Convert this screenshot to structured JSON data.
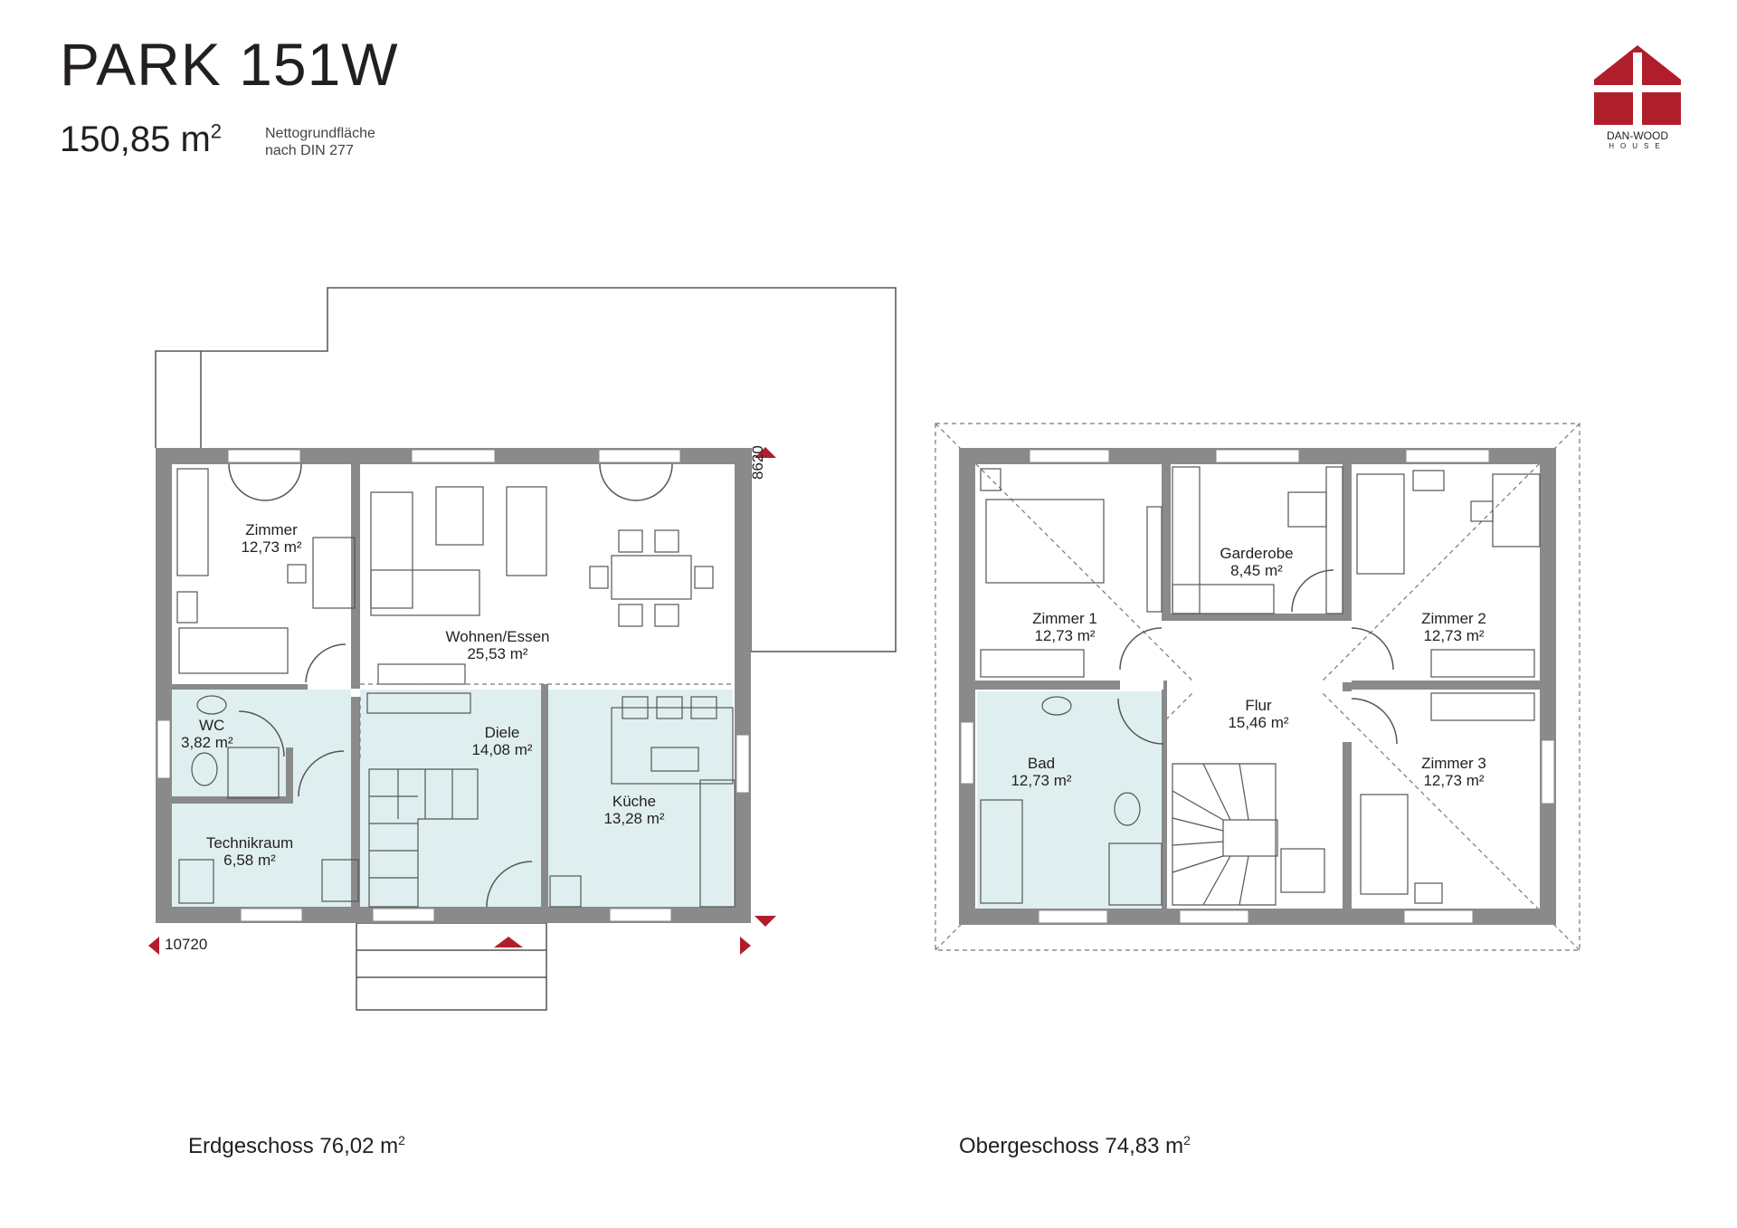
{
  "header": {
    "title": "PARK 151W",
    "total_area": "150,85 m",
    "total_area_sup": "2",
    "area_note_line1": "Nettogrundfläche",
    "area_note_line2": "nach DIN 277"
  },
  "logo": {
    "brand_line1": "DAN-WOOD",
    "brand_line2": "HOUSE",
    "color": "#b01e2b"
  },
  "colors": {
    "wall": "#8a8a8a",
    "tile": "#dfeff0",
    "line": "#555555",
    "accent": "#b01e2b"
  },
  "ground_floor": {
    "label": "Erdgeschoss 76,02 m",
    "label_sup": "2",
    "dim_width": "10720",
    "dim_depth": "8620",
    "rooms": [
      {
        "name": "Zimmer",
        "area": "12,73 m²"
      },
      {
        "name": "Wohnen/Essen",
        "area": "25,53 m²"
      },
      {
        "name": "WC",
        "area": "3,82 m²"
      },
      {
        "name": "Diele",
        "area": "14,08 m²"
      },
      {
        "name": "Küche",
        "area": "13,28 m²"
      },
      {
        "name": "Technikraum",
        "area": "6,58 m²"
      }
    ]
  },
  "upper_floor": {
    "label": "Obergeschoss 74,83 m",
    "label_sup": "2",
    "rooms": [
      {
        "name": "Zimmer 1",
        "area": "12,73 m²"
      },
      {
        "name": "Garderobe",
        "area": "8,45 m²"
      },
      {
        "name": "Zimmer 2",
        "area": "12,73 m²"
      },
      {
        "name": "Flur",
        "area": "15,46 m²"
      },
      {
        "name": "Bad",
        "area": "12,73 m²"
      },
      {
        "name": "Zimmer 3",
        "area": "12,73 m²"
      }
    ]
  }
}
